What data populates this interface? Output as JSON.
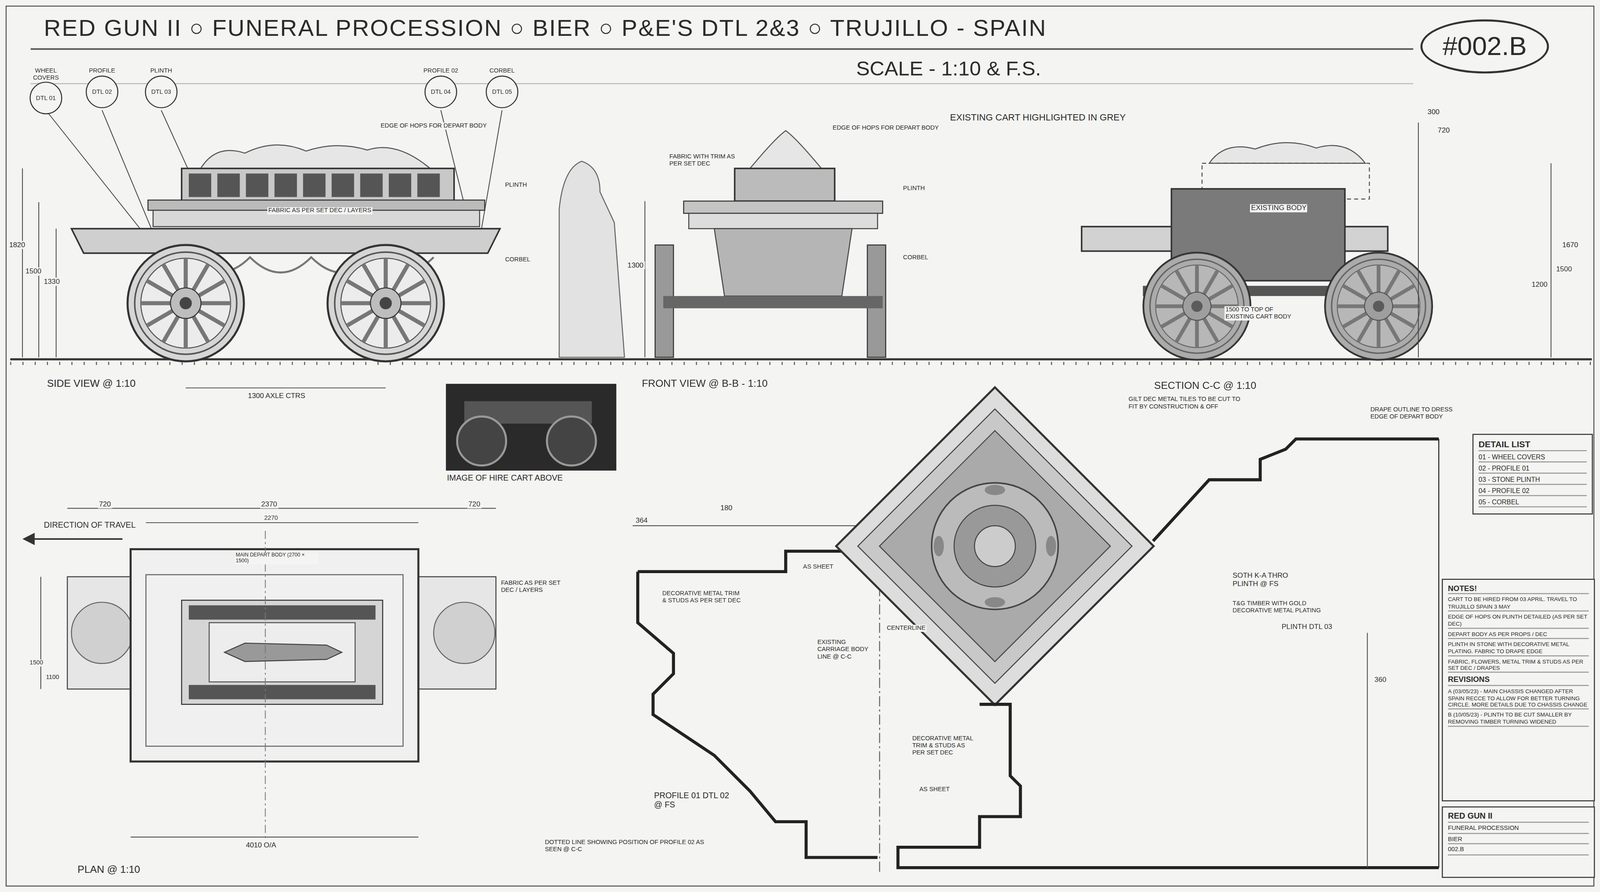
{
  "diagram": {
    "title": "RED GUN II ○ FUNERAL PROCESSION ○ BIER ○ P&E'S DTL 2&3 ○ TRUJILLO - SPAIN",
    "nodes": [
      {
        "text": [
          "#002.B"
        ]
      },
      {
        "text": [
          "WHEEL COVERS",
          "DTL 01"
        ]
      },
      {
        "text": [
          "PROFILE",
          "DTL 02"
        ]
      },
      {
        "text": [
          "PLINTH",
          "DTL 03"
        ]
      },
      {
        "text": [
          "PROFILE 02",
          "DTL 04"
        ]
      },
      {
        "text": [
          "CORBEL",
          "DTL 05"
        ]
      },
      {
        "text": [
          "DETAIL LIST",
          "01 - WHEEL COVERS",
          "02 - PROFILE 01",
          "03 - STONE PLINTH",
          "04 - PROFILE 02",
          "05 - CORBEL"
        ]
      },
      {
        "text": [
          "NOTES!",
          "CART TO BE HIRED FROM 03 APRIL. TRAVEL TO TRUJILLO SPAIN 3 MAY",
          "EDGE OF HOPS ON PLINTH DETAILED (AS PER SET DEC)",
          "DEPART BODY AS PER PROPS / DEC",
          "PLINTH IN STONE WITH DECORATIVE METAL PLATING. FABRIC TO DRAPE EDGE",
          "FABRIC, FLOWERS, METAL TRIM & STUDS AS PER SET DEC / DRAPES",
          "REVISIONS",
          "A (03/05/23) - MAIN CHASSIS CHANGED AFTER SPAIN RECCE TO ALLOW FOR BETTER TURNING CIRCLE. MORE DETAILS DUE TO CHASSIS CHANGE",
          "B (10/05/23) - PLINTH TO BE CUT SMALLER BY REMOVING TIMBER TURNING WIDENED"
        ]
      },
      {
        "text": [
          "RED GUN II",
          "FUNERAL PROCESSION",
          "BIER",
          "002.B"
        ]
      }
    ],
    "labels": [
      "SCALE - 1:10 & F.S.",
      "EXISTING CART HIGHLIGHTED IN GREY",
      "EDGE OF HOPS FOR DEPART BODY",
      "FABRIC WITH TRIM AS PER SET DEC",
      "EDGE OF HOPS FOR DEPART BODY",
      "FABRIC AS PER SET DEC / LAYERS",
      "PLINTH",
      "CORBEL",
      "PLINTH",
      "CORBEL",
      "1820",
      "1500",
      "1330",
      "1300",
      "1670",
      "1500",
      "1200",
      "300",
      "720",
      "EXISTING BODY",
      "1500 TO TOP OF EXISTING CART BODY",
      "SIDE VIEW @ 1:10",
      "FRONT VIEW @ B-B - 1:10",
      "SECTION C-C @ 1:10",
      "IMAGE OF HIRE CART ABOVE",
      "1300 AXLE CTRS",
      "720",
      "2370",
      "720",
      "2270",
      "DIRECTION OF TRAVEL",
      "MAIN DEPART BODY (2700 × 1500)",
      "FABRIC AS PER SET DEC / LAYERS",
      "1500",
      "1100",
      "4010 O/A",
      "PLAN @ 1:10",
      "180",
      "364",
      "DECORATIVE METAL TRIM & STUDS AS PER SET DEC",
      "AS SHEET",
      "EXISTING CARRIAGE BODY LINE @ C-C",
      "CENTERLINE",
      "PROFILE 01 DTL 02 @ FS",
      "DOTTED LINE SHOWING POSITION OF PROFILE 02 AS SEEN @ C-C",
      "DECORATIVE METAL TRIM & STUDS AS PER SET DEC",
      "AS SHEET",
      "GILT DEC METAL TILES TO BE CUT TO FIT BY CONSTRUCTION & OFF",
      "DRAPE OUTLINE TO DRESS EDGE OF DEPART BODY",
      "SOTH K-A THRO PLINTH @ FS",
      "T&G TIMBER WITH GOLD DECORATIVE METAL PLATING",
      "PLINTH DTL 03",
      "360"
    ]
  }
}
